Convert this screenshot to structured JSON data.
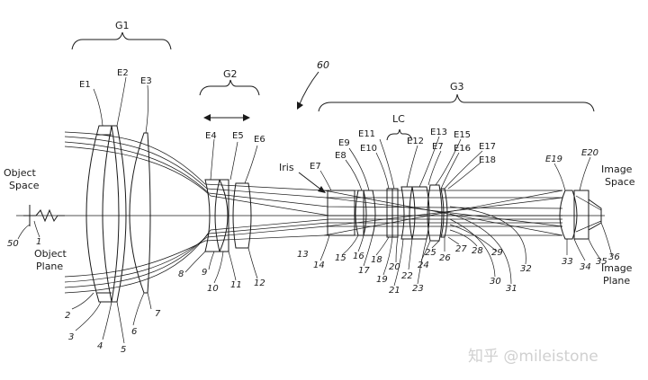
{
  "groups": {
    "g1": "G1",
    "g2": "G2",
    "g3": "G3",
    "lc": "LC",
    "system": "60"
  },
  "labels": {
    "object_space_1": "Object",
    "object_space_2": "Space",
    "object_plane_1": "Object",
    "object_plane_2": "Plane",
    "image_space_1": "Image",
    "image_space_2": "Space",
    "image_plane_1": "Image",
    "image_plane_2": "Plane",
    "iris": "Iris"
  },
  "elements": {
    "e1": "E1",
    "e2": "E2",
    "e3": "E3",
    "e4": "E4",
    "e5": "E5",
    "e6": "E6",
    "e7a": "E7",
    "e8": "E8",
    "e9": "E9",
    "e10": "E10",
    "e11": "E11",
    "e12": "E12",
    "e13": "E13",
    "e7b": "E7",
    "e15": "E15",
    "e16": "E16",
    "e17": "E17",
    "e18": "E18",
    "e19": "E19",
    "e20": "E20"
  },
  "surfaces": {
    "n1": "1",
    "n2": "2",
    "n3": "3",
    "n4": "4",
    "n5": "5",
    "n6": "6",
    "n7": "7",
    "n8": "8",
    "n9": "9",
    "n10": "10",
    "n11": "11",
    "n12": "12",
    "n13": "13",
    "n14": "14",
    "n15": "15",
    "n16": "16",
    "n17": "17",
    "n18": "18",
    "n19": "19",
    "n20": "20",
    "n21": "21",
    "n22": "22",
    "n23": "23",
    "n24": "24",
    "n25": "25",
    "n26": "26",
    "n27": "27",
    "n28": "28",
    "n29": "29",
    "n30": "30",
    "n31": "31",
    "n32": "32",
    "n33": "33",
    "n34": "34",
    "n35": "35",
    "n36": "36",
    "n50": "50"
  },
  "watermark": "知乎 @mileistone"
}
